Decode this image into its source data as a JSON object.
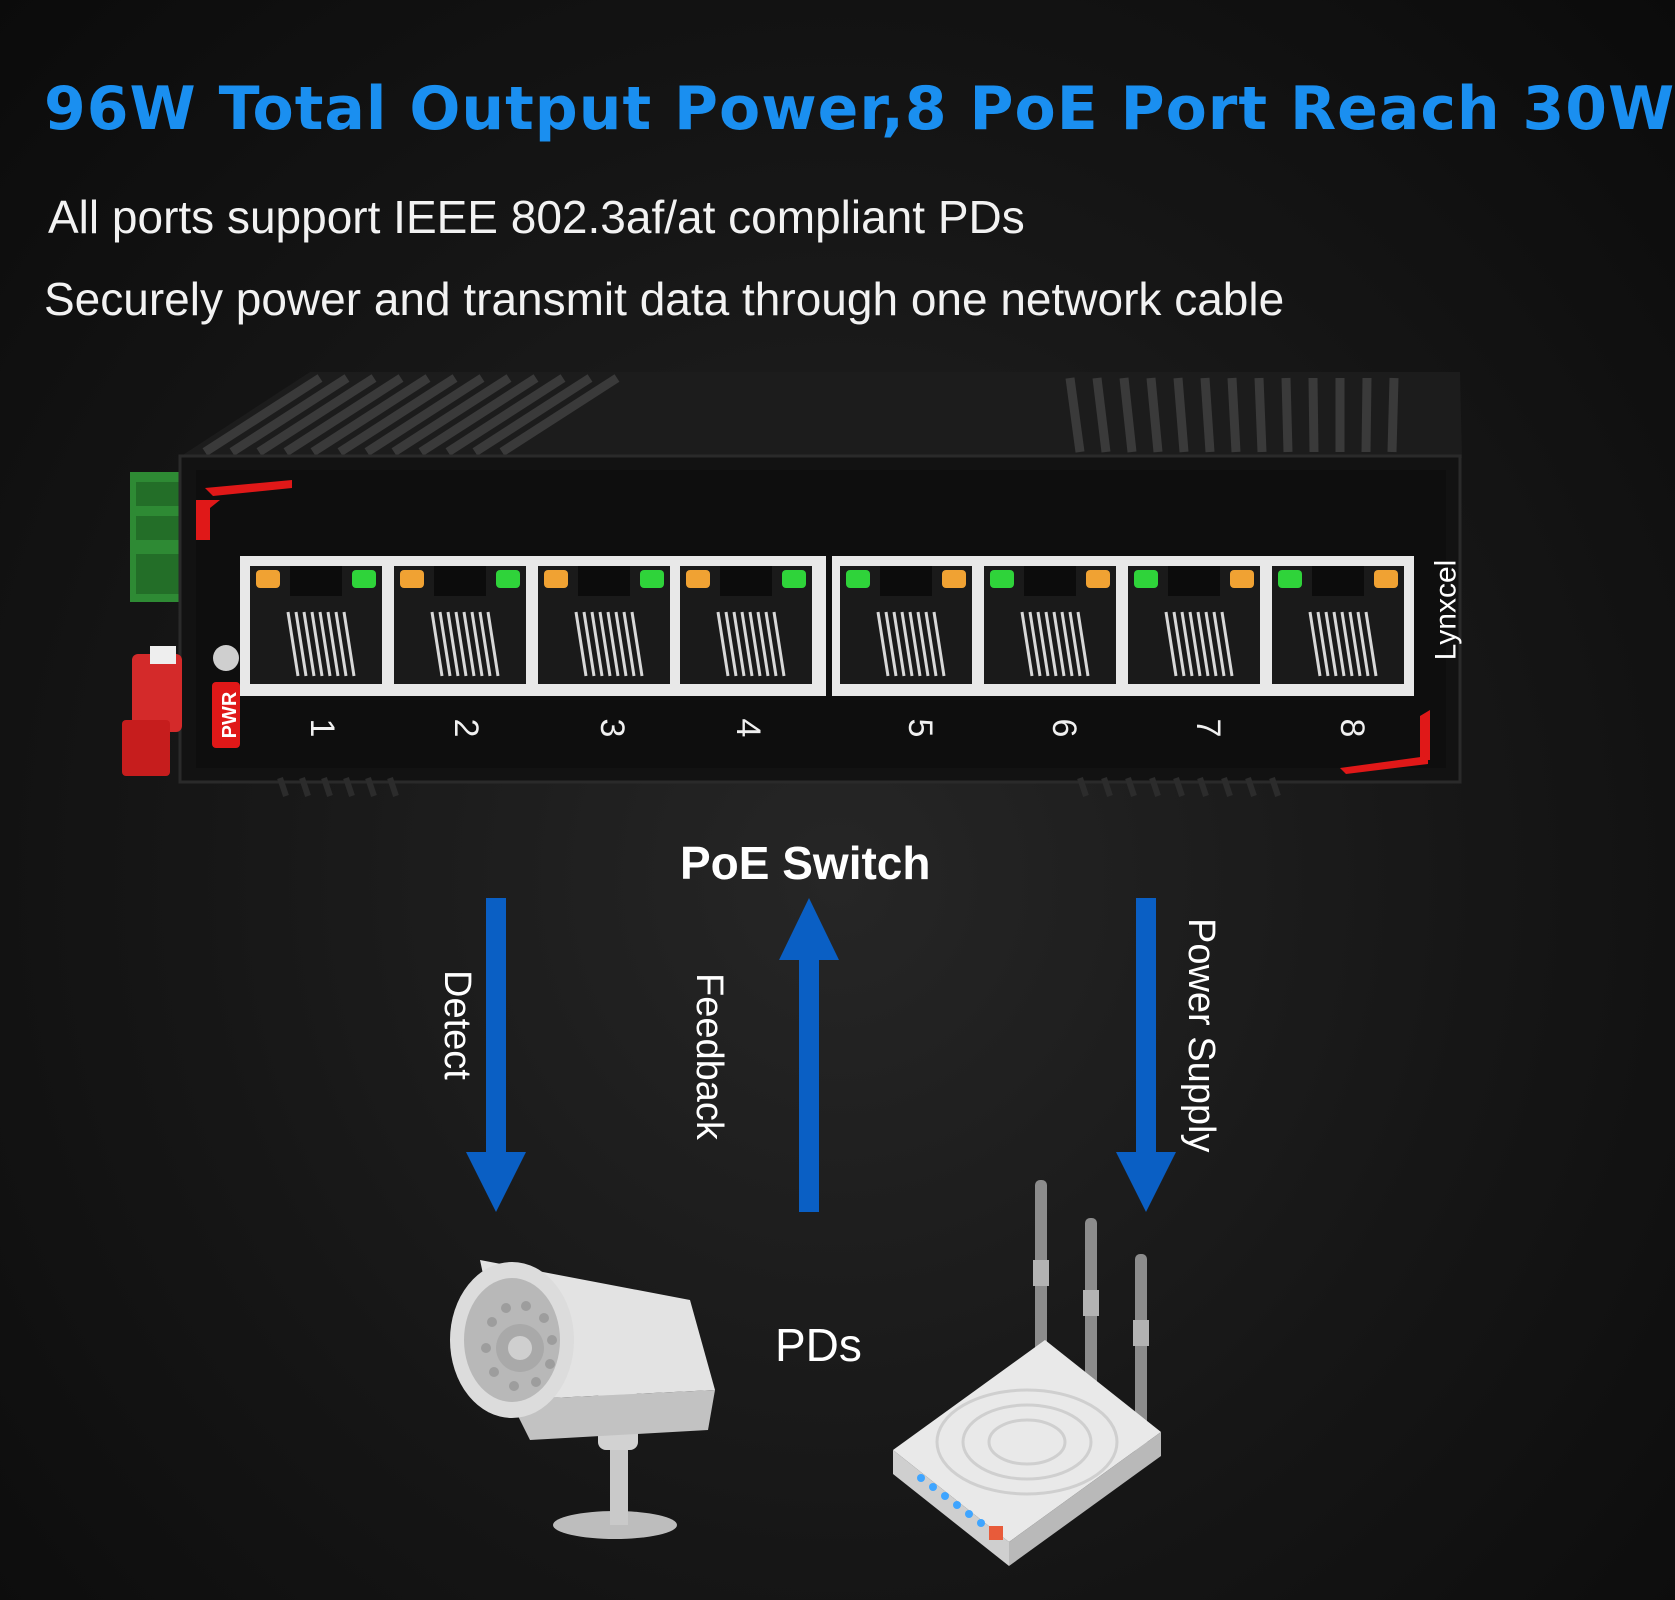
{
  "headline": "96W Total Output Power,8 PoE Port Reach 30W",
  "subtitle1": "All ports support IEEE 802.3af/at compliant PDs",
  "subtitle2": "Securely power and transmit data through one network cable",
  "device": {
    "brand": "Lynxcel",
    "power_label": "PWR",
    "ports": [
      "1",
      "2",
      "3",
      "4",
      "5",
      "6",
      "7",
      "8"
    ]
  },
  "diagram": {
    "switch_label": "PoE Switch",
    "detect_label": "Detect",
    "feedback_label": "Feedback",
    "power_label": "Power Supply",
    "pds_label": "PDs"
  },
  "colors": {
    "headline": "#1a8ff0",
    "arrow": "#0a5fc4",
    "led_green": "#2fd33a",
    "led_amber": "#f0a233",
    "accent_red": "#e01818"
  },
  "icons": [
    "security-camera-icon",
    "wifi-router-icon"
  ]
}
